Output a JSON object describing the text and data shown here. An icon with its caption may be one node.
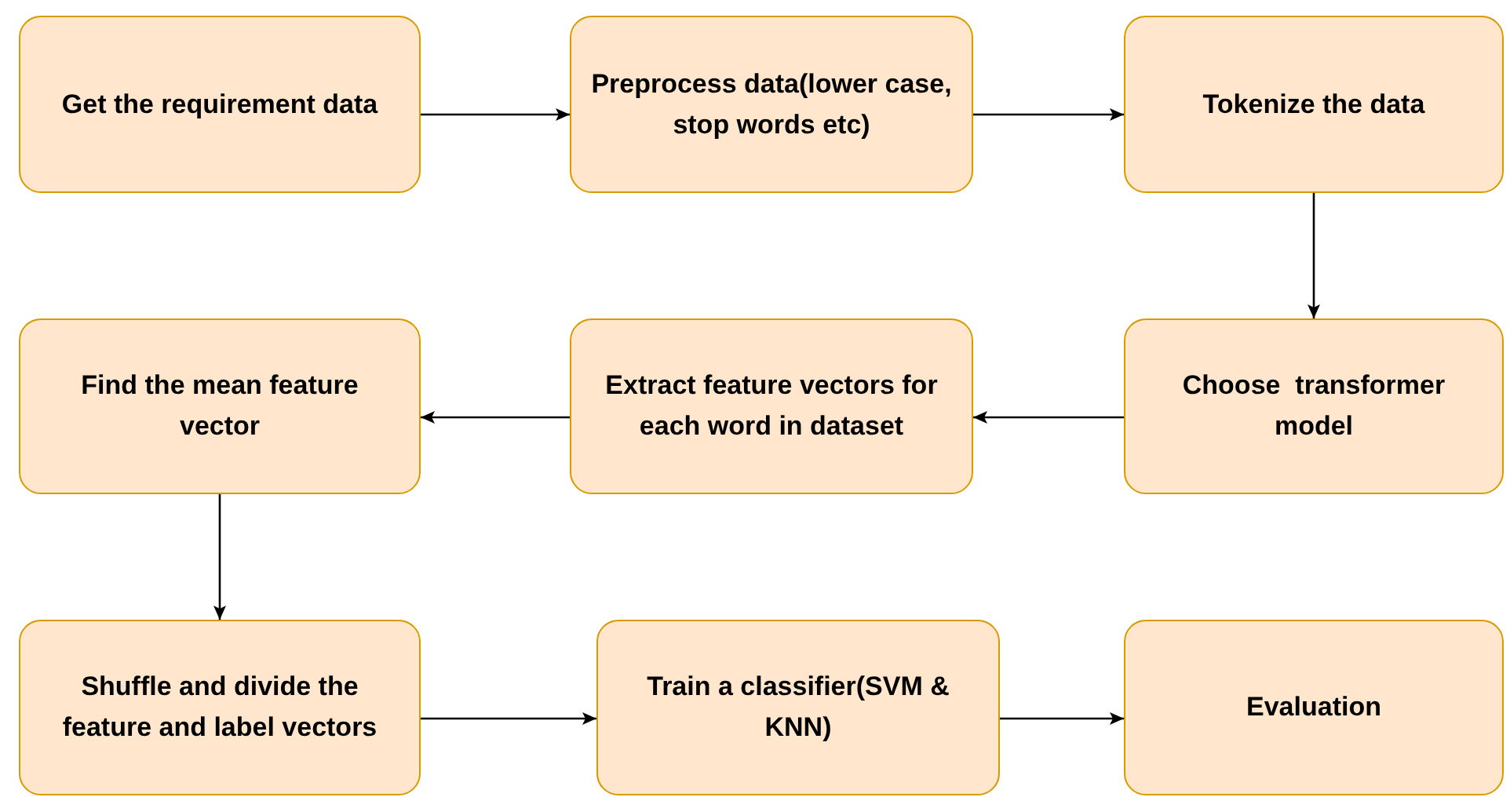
{
  "diagram": {
    "nodes": [
      {
        "text": [
          "Get the requirement data"
        ]
      },
      {
        "text": [
          "Preprocess data(lower case, stop words etc)"
        ]
      },
      {
        "text": [
          "Tokenize the data"
        ]
      },
      {
        "text": [
          "Choose  transformer model"
        ]
      },
      {
        "text": [
          "Extract feature vectors for each word in dataset"
        ]
      },
      {
        "text": [
          "Find the mean feature vector"
        ]
      },
      {
        "text": [
          "Shuffle and divide the feature and label vectors"
        ]
      },
      {
        "text": [
          "Train a classifier(SVM & KNN)"
        ]
      },
      {
        "text": [
          "Evaluation"
        ]
      }
    ],
    "edges": [
      {
        "from": 0,
        "to": 1,
        "arrow": "to"
      },
      {
        "from": 1,
        "to": 2,
        "arrow": "to"
      },
      {
        "from": 2,
        "to": 3,
        "arrow": "to"
      },
      {
        "from": 3,
        "to": 4,
        "arrow": "to"
      },
      {
        "from": 4,
        "to": 5,
        "arrow": "to"
      },
      {
        "from": 5,
        "to": 6,
        "arrow": "to"
      },
      {
        "from": 6,
        "to": 7,
        "arrow": "to"
      },
      {
        "from": 7,
        "to": 8,
        "arrow": "to"
      }
    ]
  }
}
